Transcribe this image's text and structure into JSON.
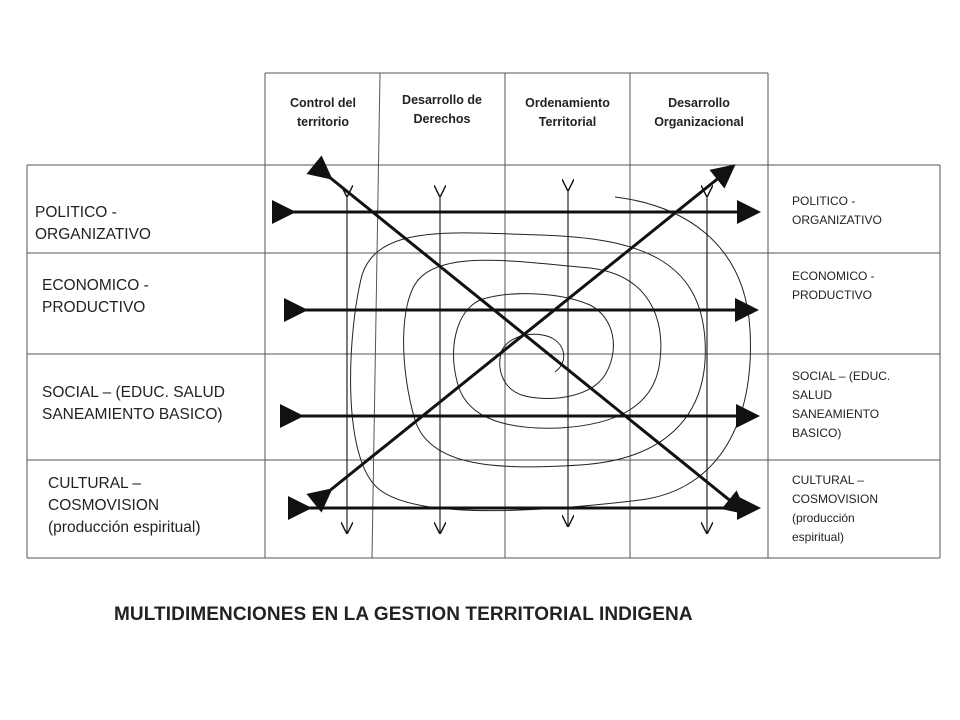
{
  "columns": [
    {
      "line1": "Control del",
      "line2": "territorio"
    },
    {
      "line1": "Desarrollo de",
      "line2": "Derechos"
    },
    {
      "line1": "Ordenamiento",
      "line2": "Territorial"
    },
    {
      "line1": "Desarrollo",
      "line2": "Organizacional"
    }
  ],
  "rows_left": [
    {
      "line1": "POLITICO -",
      "line2": "ORGANIZATIVO"
    },
    {
      "line1": "ECONOMICO -",
      "line2": "PRODUCTIVO"
    },
    {
      "line1": "SOCIAL – (EDUC. SALUD",
      "line2": "SANEAMIENTO BASICO)"
    },
    {
      "line1": "CULTURAL –",
      "line2": "COSMOVISION",
      "line3": "(producción espiritual)"
    }
  ],
  "rows_right": [
    {
      "line1": "POLITICO -",
      "line2": "ORGANIZATIVO"
    },
    {
      "line1": "ECONOMICO -",
      "line2": "PRODUCTIVO"
    },
    {
      "line1": "SOCIAL – (EDUC.",
      "line2": "SALUD",
      "line3": "SANEAMIENTO",
      "line4": "BASICO)"
    },
    {
      "line1": "CULTURAL –",
      "line2": "COSMOVISION",
      "line3": "(producción",
      "line4": "espiritual)"
    }
  ],
  "title": "MULTIDIMENCIONES EN LA GESTION TERRITORIAL INDIGENA"
}
